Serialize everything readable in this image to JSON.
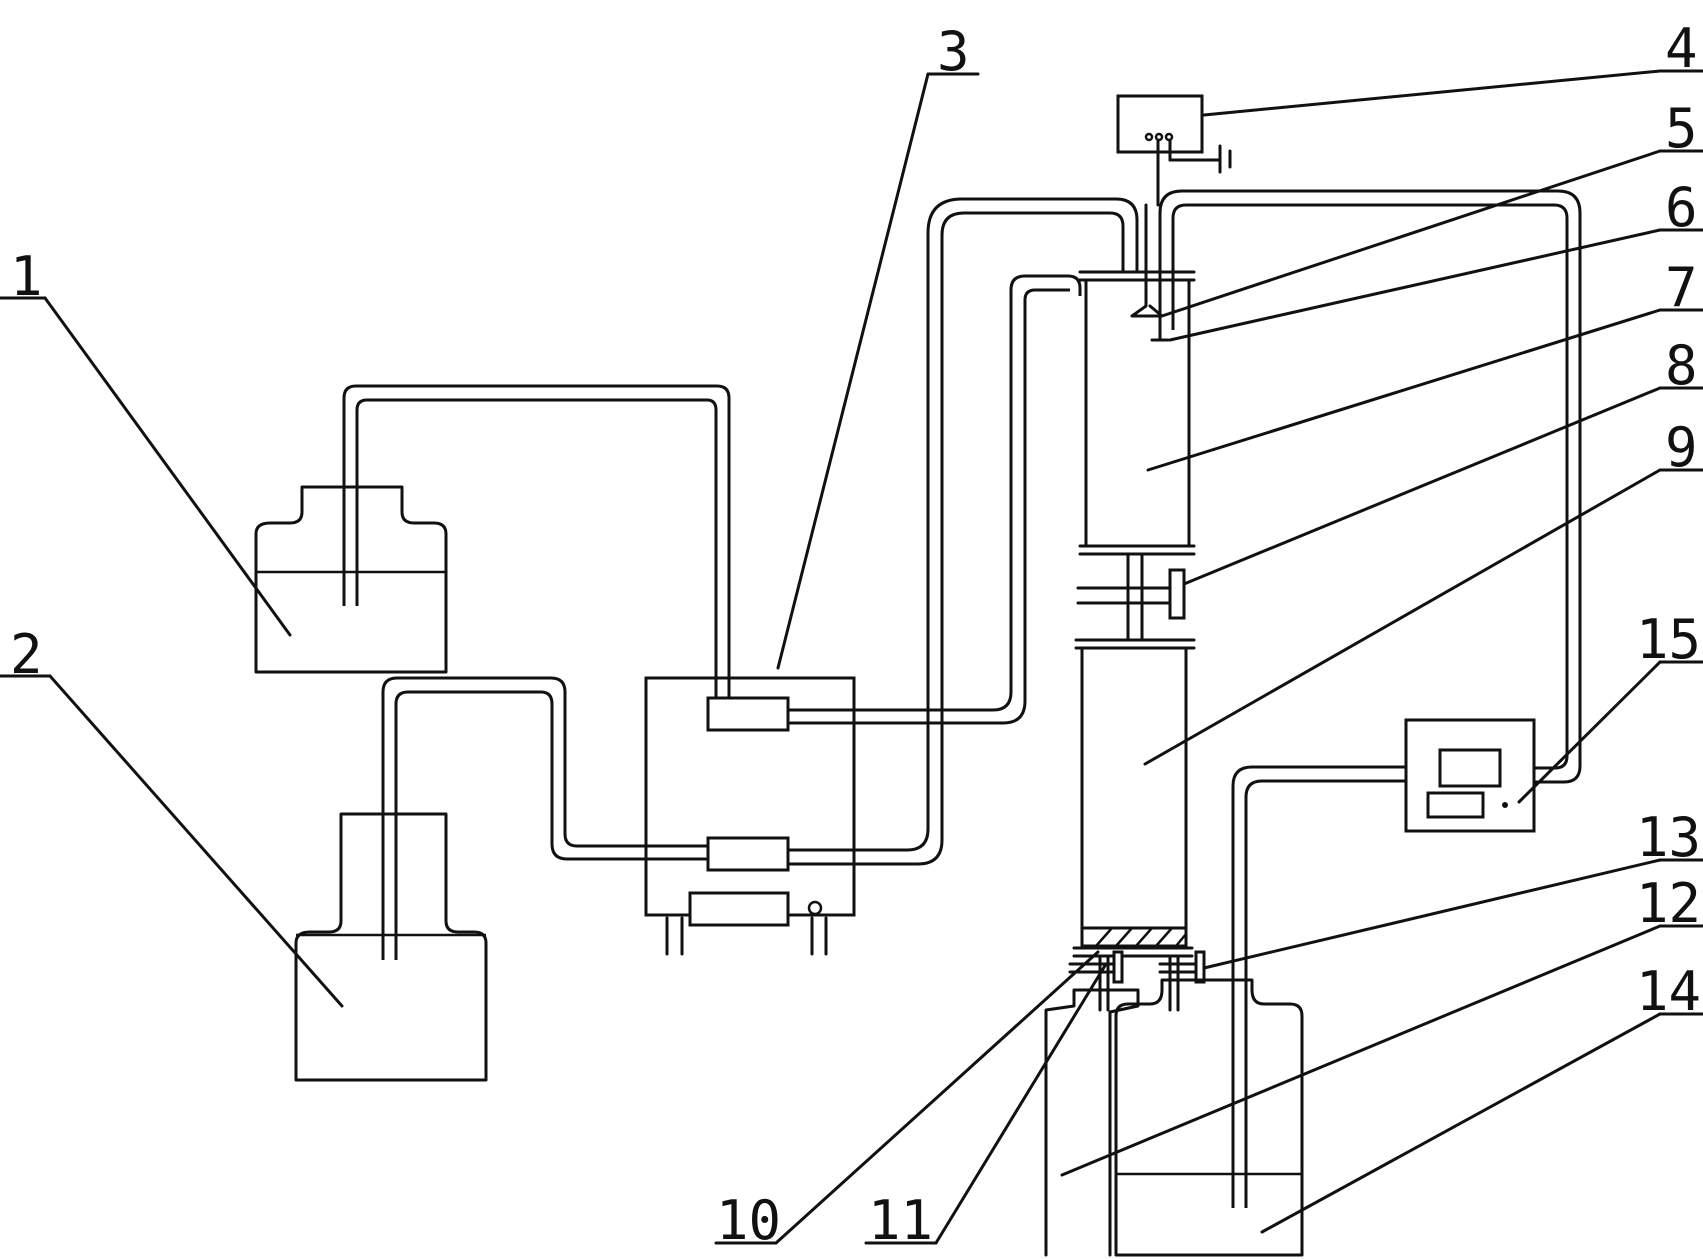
{
  "labels": {
    "l1": "1",
    "l2": "2",
    "l3": "3",
    "l4": "4",
    "l5": "5",
    "l6": "6",
    "l7": "7",
    "l8": "8",
    "l9": "9",
    "l10": "10",
    "l11": "11",
    "l12": "12",
    "l13": "13",
    "l14": "14",
    "l15": "15"
  },
  "colors": {
    "ink": "#111111",
    "background": "#ffffff"
  }
}
